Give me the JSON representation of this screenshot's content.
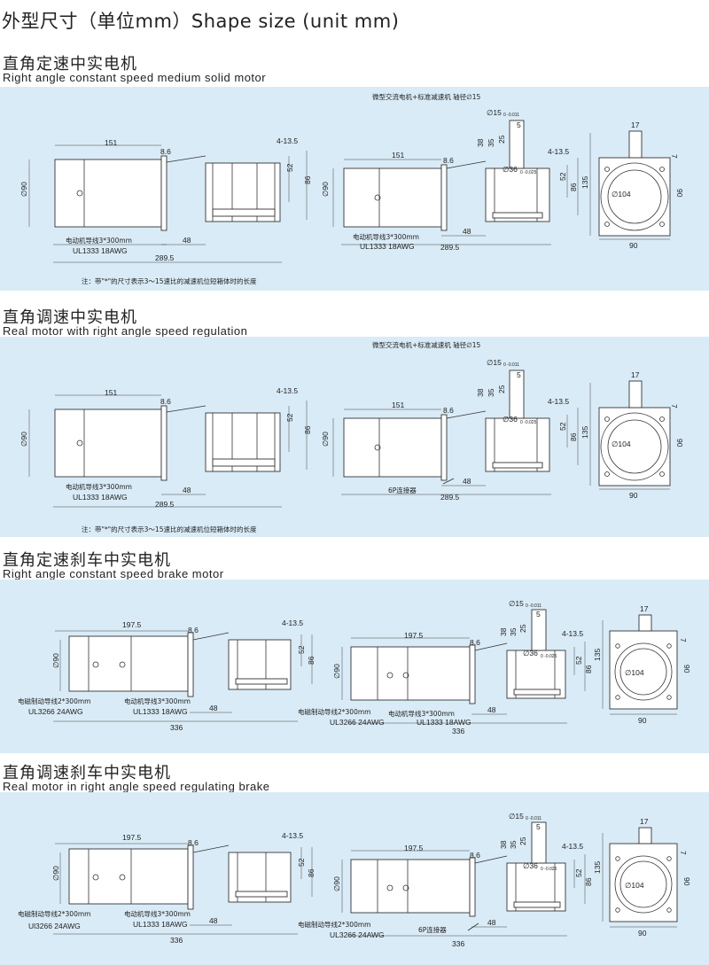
{
  "page_title": "外型尺寸（单位mm）Shape size (unit mm)",
  "sections": [
    {
      "title_cn": "直角定速中实电机",
      "title_en": "Right angle constant speed medium solid motor",
      "header_note": "微型交流电机+标准减速机  轴径∅15",
      "footnote": "注：带\"*\"的尺寸表示3～15速比的减速机位短箱体时的长度",
      "left": {
        "len": "151",
        "flange": "8.6",
        "bolt": "4-13.5",
        "h1": "52",
        "h2": "86",
        "dia": "∅90",
        "d48": "48",
        "total": "289.5",
        "wire1": "电动机导线3*300mm",
        "wire2": "UL1333  18AWG"
      },
      "mid": {
        "shaft": "∅15",
        "shaft_tol": "0  -0.011",
        "s38": "38",
        "s35": "35",
        "s25": "25",
        "s5": "5",
        "bolt": "4-13.5",
        "h1": "52",
        "h2": "86",
        "bore": "∅36",
        "bore_tol": "0  -0.025",
        "dia": "∅90",
        "len": "151",
        "flange": "8.6",
        "d48": "48",
        "total": "289.5",
        "wire1": "电动机导线3*300mm",
        "wire2": "UL1333  18AWG"
      },
      "right": {
        "top": "17",
        "key": "7",
        "h": "135",
        "circle": "∅104",
        "side": "90",
        "bottom": "90"
      }
    },
    {
      "title_cn": "直角调速中实电机",
      "title_en": "Real motor with right angle speed regulation",
      "header_note": "微型交流电机+标准减速机  轴径∅15",
      "footnote": "注：带\"*\"的尺寸表示3～15速比的减速机位短箱体时的长度",
      "left": {
        "len": "151",
        "flange": "8.6",
        "bolt": "4-13.5",
        "h1": "52",
        "h2": "86",
        "dia": "∅90",
        "d48": "48",
        "total": "289.5",
        "wire1": "电动机导线3*300mm",
        "wire2": "UL1333  18AWG"
      },
      "mid": {
        "shaft": "∅15",
        "shaft_tol": "0  -0.011",
        "s38": "38",
        "s35": "35",
        "s25": "25",
        "s5": "5",
        "bolt": "4-13.5",
        "h1": "52",
        "h2": "86",
        "bore": "∅36",
        "bore_tol": "0  -0.025",
        "dia": "∅90",
        "len": "151",
        "flange": "8.6",
        "d48": "48",
        "total": "289.5",
        "connector": "6P连接器"
      },
      "right": {
        "top": "17",
        "key": "7",
        "h": "135",
        "circle": "∅104",
        "side": "90",
        "bottom": "90"
      }
    },
    {
      "title_cn": "直角定速刹车中实电机",
      "title_en": "Right angle constant speed brake motor",
      "left": {
        "len": "197.5",
        "flange": "8.6",
        "bolt": "4-13.5",
        "h1": "52",
        "h2": "86",
        "dia": "∅90",
        "d48": "48",
        "total": "336",
        "brake1": "电磁制动导线2*300mm",
        "brake2": "UL3266  24AWG",
        "wire1": "电动机导线3*300mm",
        "wire2": "UL1333  18AWG"
      },
      "mid": {
        "shaft": "∅15",
        "shaft_tol": "0  -0.011",
        "s38": "38",
        "s35": "35",
        "s25": "25",
        "s5": "5",
        "bolt": "4-13.5",
        "h1": "52",
        "h2": "86",
        "bore": "∅36",
        "bore_tol": "0  -0.025",
        "dia": "∅90",
        "len": "197.5",
        "flange": "8.6",
        "d48": "48",
        "total": "336",
        "brake1": "电磁制动导线2*300mm",
        "brake2": "UL3266  24AWG",
        "wire1": "电动机导线3*300mm",
        "wire2": "UL1333  18AWG"
      },
      "right": {
        "top": "17",
        "key": "7",
        "h": "135",
        "circle": "∅104",
        "side": "90",
        "bottom": "90"
      }
    },
    {
      "title_cn": "直角调速刹车中实电机",
      "title_en": "Real motor in right angle speed regulating brake",
      "left": {
        "len": "197.5",
        "flange": "8.6",
        "bolt": "4-13.5",
        "h1": "52",
        "h2": "86",
        "dia": "∅90",
        "d48": "48",
        "total": "336",
        "brake1": "电磁制动导线2*300mm",
        "brake2": "Ul3266  24AWG",
        "wire1": "电动机导线3*300mm",
        "wire2": "UL1333  18AWG"
      },
      "mid": {
        "shaft": "∅15",
        "shaft_tol": "0  -0.011",
        "s38": "38",
        "s35": "35",
        "s25": "25",
        "s5": "5",
        "bolt": "4-13.5",
        "h1": "52",
        "h2": "86",
        "bore": "∅36",
        "bore_tol": "0  -0.025",
        "dia": "∅90",
        "len": "197.5",
        "flange": "8.6",
        "d48": "48",
        "total": "336",
        "brake1": "电磁制动导线2*300mm",
        "brake2": "UL3266  24AWG",
        "connector": "6P连接器"
      },
      "right": {
        "top": "17",
        "key": "7",
        "h": "135",
        "circle": "∅104",
        "side": "90",
        "bottom": "90"
      }
    }
  ]
}
